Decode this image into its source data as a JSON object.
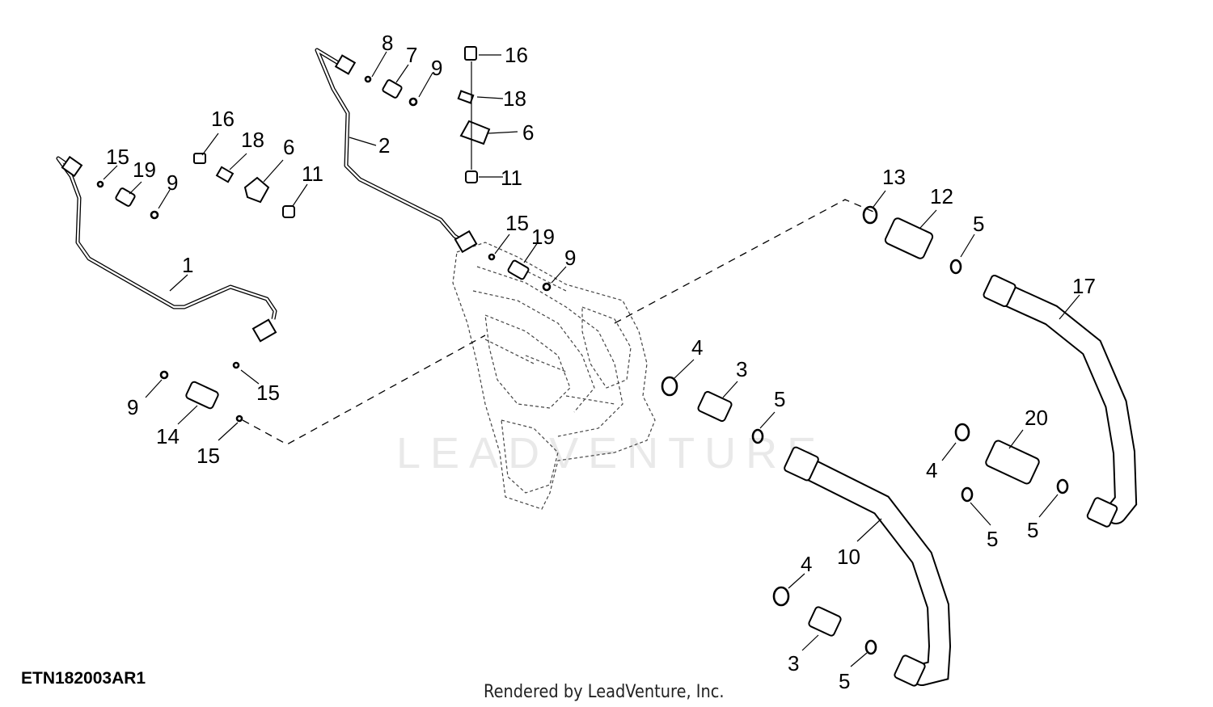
{
  "figure_id": "ETN182003AR1",
  "credit": "Rendered by LeadVenture, Inc.",
  "watermark": "LEADVENTURE",
  "callouts": [
    {
      "id": "c1",
      "label": "1"
    },
    {
      "id": "c2",
      "label": "2"
    },
    {
      "id": "c3a",
      "label": "3"
    },
    {
      "id": "c3b",
      "label": "3"
    },
    {
      "id": "c4a",
      "label": "4"
    },
    {
      "id": "c4b",
      "label": "4"
    },
    {
      "id": "c4c",
      "label": "4"
    },
    {
      "id": "c5a",
      "label": "5"
    },
    {
      "id": "c5b",
      "label": "5"
    },
    {
      "id": "c5c",
      "label": "5"
    },
    {
      "id": "c5d",
      "label": "5"
    },
    {
      "id": "c5e",
      "label": "5"
    },
    {
      "id": "c6a",
      "label": "6"
    },
    {
      "id": "c6b",
      "label": "6"
    },
    {
      "id": "c7",
      "label": "7"
    },
    {
      "id": "c8",
      "label": "8"
    },
    {
      "id": "c9a",
      "label": "9"
    },
    {
      "id": "c9b",
      "label": "9"
    },
    {
      "id": "c9c",
      "label": "9"
    },
    {
      "id": "c9d",
      "label": "9"
    },
    {
      "id": "c10",
      "label": "10"
    },
    {
      "id": "c11a",
      "label": "11"
    },
    {
      "id": "c11b",
      "label": "11"
    },
    {
      "id": "c12",
      "label": "12"
    },
    {
      "id": "c13",
      "label": "13"
    },
    {
      "id": "c14",
      "label": "14"
    },
    {
      "id": "c15a",
      "label": "15"
    },
    {
      "id": "c15b",
      "label": "15"
    },
    {
      "id": "c15c",
      "label": "15"
    },
    {
      "id": "c15d",
      "label": "15"
    },
    {
      "id": "c16a",
      "label": "16"
    },
    {
      "id": "c16b",
      "label": "16"
    },
    {
      "id": "c17",
      "label": "17"
    },
    {
      "id": "c18a",
      "label": "18"
    },
    {
      "id": "c18b",
      "label": "18"
    },
    {
      "id": "c19a",
      "label": "19"
    },
    {
      "id": "c19b",
      "label": "19"
    },
    {
      "id": "c20",
      "label": "20"
    }
  ]
}
